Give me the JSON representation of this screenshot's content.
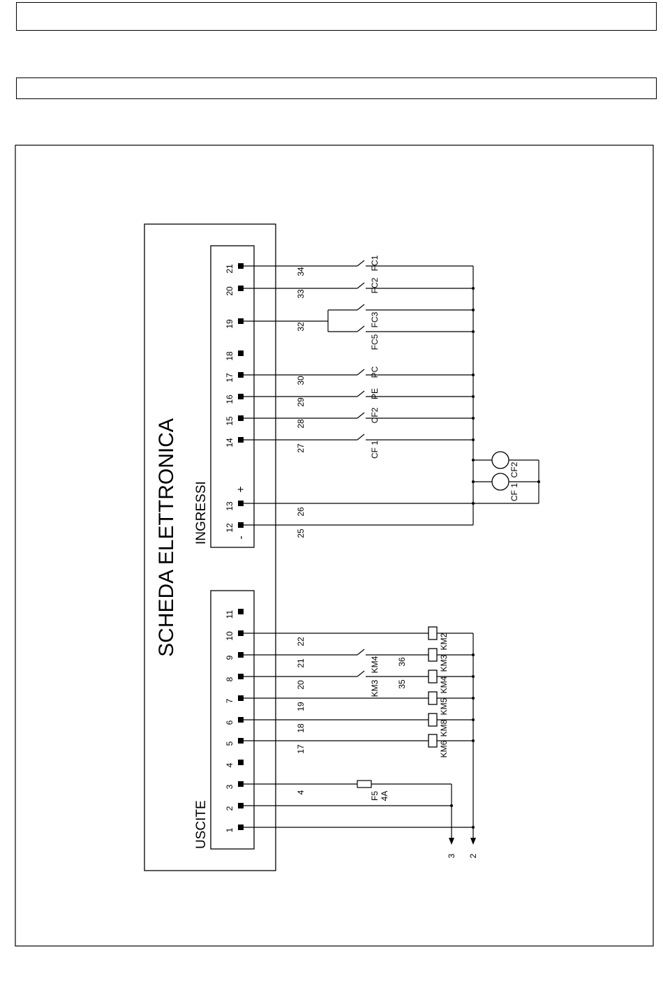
{
  "board": {
    "title": "SCHEDA ELETTRONICA"
  },
  "inputs": {
    "label": "INGRESSI",
    "minus": "-",
    "plus": "+",
    "terminals": [
      {
        "num": "21",
        "wire": "34",
        "device": "FC1"
      },
      {
        "num": "20",
        "wire": "33",
        "device": "FC2"
      },
      {
        "num": "19",
        "wire": "32",
        "device": "FC3"
      },
      {
        "num": "18",
        "wire": "",
        "device": ""
      },
      {
        "num": "17",
        "wire": "30",
        "device": "PC"
      },
      {
        "num": "16",
        "wire": "29",
        "device": "PE"
      },
      {
        "num": "15",
        "wire": "28",
        "device": "CF2"
      },
      {
        "num": "14",
        "wire": "27",
        "device": "CF 1"
      },
      {
        "num": "13",
        "wire": "26",
        "device": ""
      },
      {
        "num": "12",
        "wire": "25",
        "device": ""
      }
    ],
    "extra_device": "FC5",
    "fans": [
      "CF 1",
      "CF2"
    ]
  },
  "outputs": {
    "label": "USCITE",
    "terminals": [
      {
        "num": "11",
        "wire": "",
        "coil": ""
      },
      {
        "num": "10",
        "wire": "22",
        "coil": "KM2"
      },
      {
        "num": "9",
        "wire": "21",
        "coil": "KM3"
      },
      {
        "num": "8",
        "wire": "20",
        "coil": "KM4"
      },
      {
        "num": "7",
        "wire": "19",
        "coil": "KM5"
      },
      {
        "num": "6",
        "wire": "18",
        "coil": "KM8"
      },
      {
        "num": "5",
        "wire": "17",
        "coil": "KM6"
      },
      {
        "num": "4",
        "wire": "",
        "coil": ""
      },
      {
        "num": "3",
        "wire": "4",
        "coil": ""
      },
      {
        "num": "2",
        "wire": "",
        "coil": ""
      },
      {
        "num": "1",
        "wire": "",
        "coil": ""
      }
    ],
    "interlocks": [
      {
        "contact": "KM4",
        "wire": "36"
      },
      {
        "contact": "KM3",
        "wire": "35"
      }
    ],
    "fuse": {
      "name": "F5",
      "rating": "4A"
    },
    "exits": [
      "3",
      "2"
    ]
  }
}
